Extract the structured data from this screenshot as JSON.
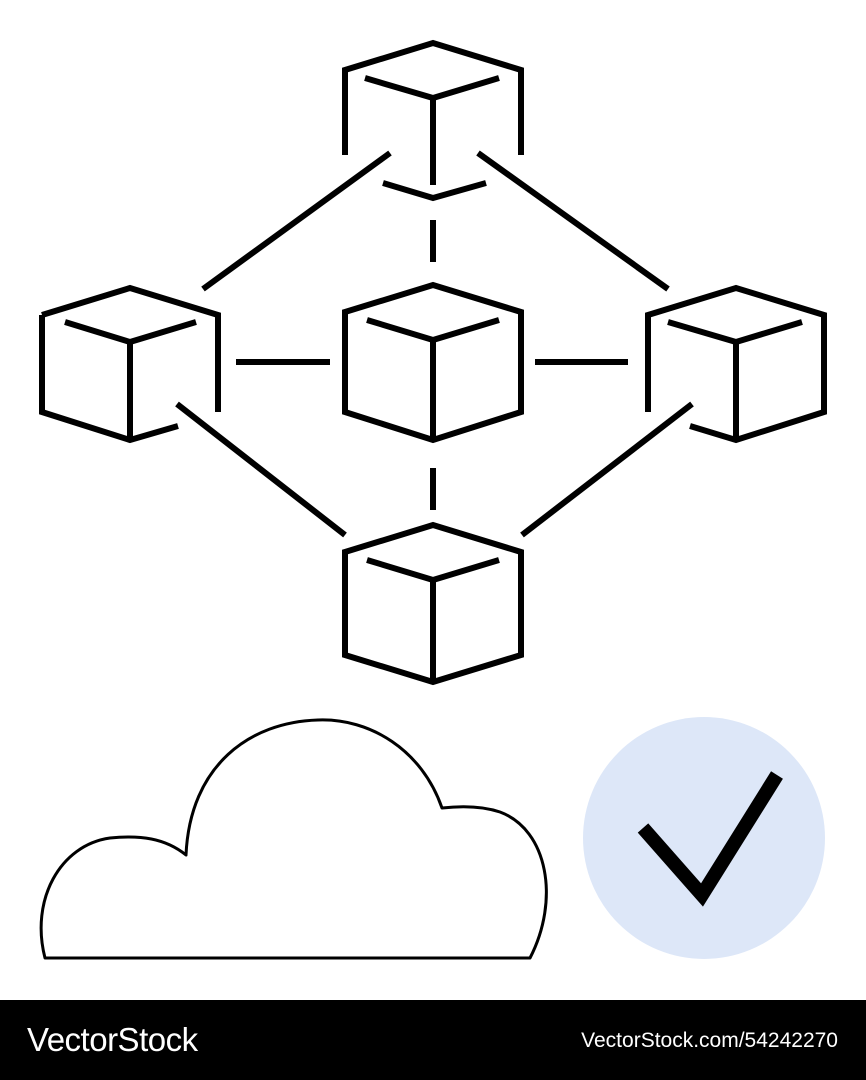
{
  "illustration": {
    "cubes": [
      "top",
      "left",
      "center",
      "right",
      "bottom"
    ],
    "cloud_icon": "cloud-icon",
    "check_icon": "checkmark-icon",
    "check_badge_color": "#dde7f8",
    "stroke_color": "#000000"
  },
  "footer": {
    "brand": "VectorStock",
    "image_id": "VectorStock.com/54242270",
    "background_color": "#000000",
    "text_color": "#ffffff"
  }
}
